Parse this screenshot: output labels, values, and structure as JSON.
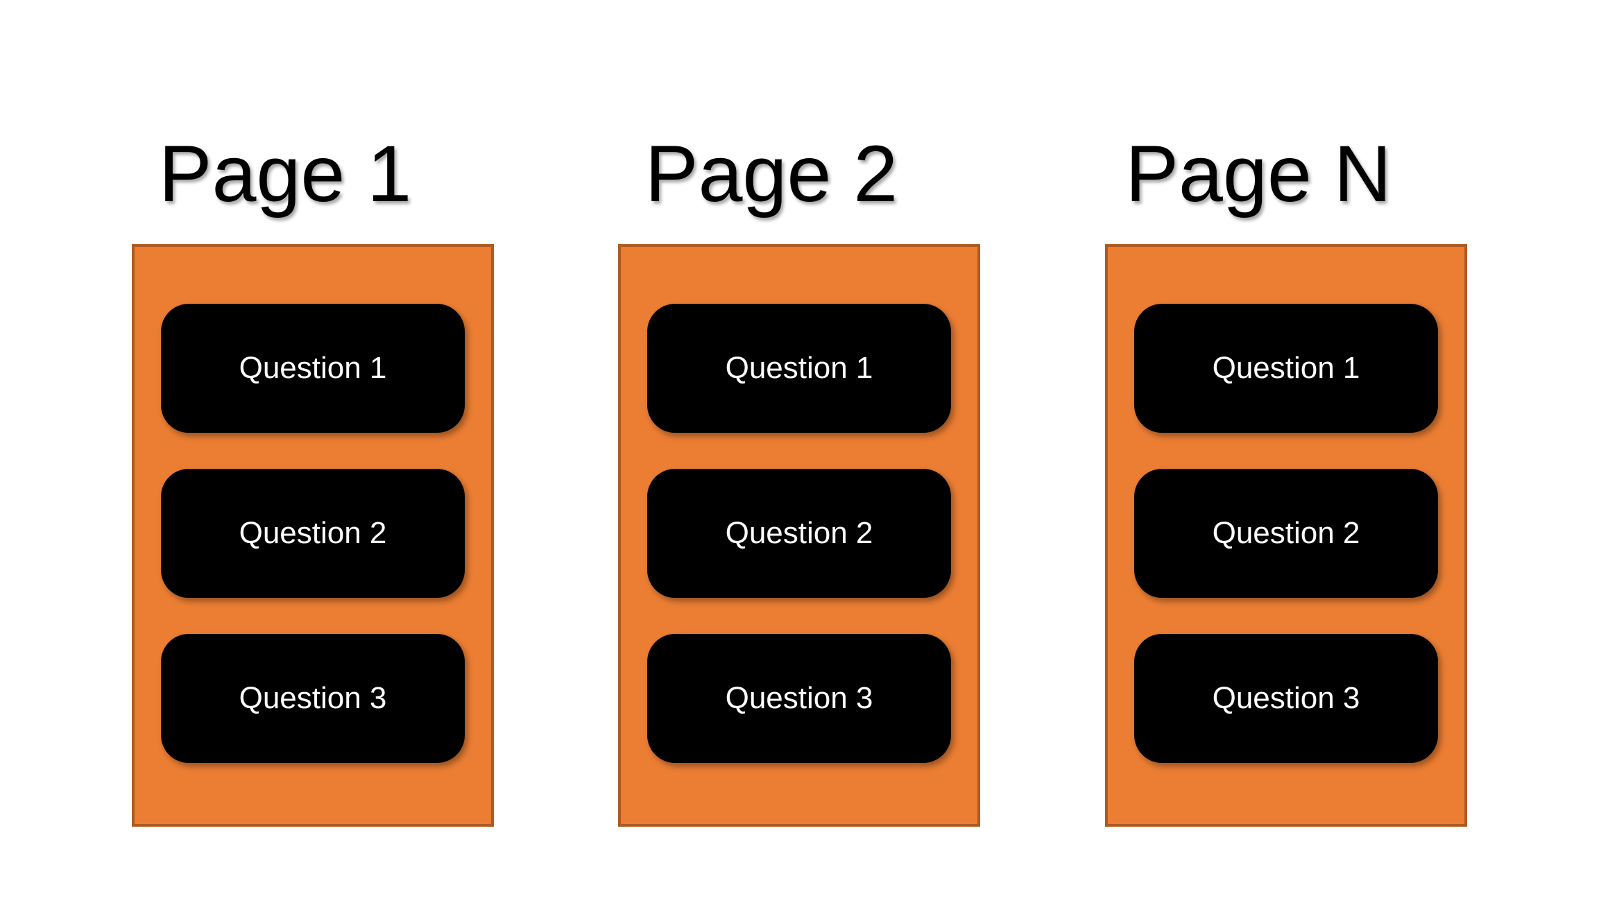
{
  "diagram": {
    "columns": [
      {
        "title": "Page 1",
        "questions": [
          "Question 1",
          "Question 2",
          "Question 3"
        ]
      },
      {
        "title": "Page 2",
        "questions": [
          "Question 1",
          "Question 2",
          "Question 3"
        ]
      },
      {
        "title": "Page N",
        "questions": [
          "Question 1",
          "Question 2",
          "Question 3"
        ]
      }
    ],
    "colors": {
      "background": "#FFFFFF",
      "panel_fill": "#EC7E33",
      "panel_border": "#AE5A21",
      "card_fill": "#000000",
      "card_text": "#FFFFFF",
      "title_text": "#000000"
    }
  }
}
